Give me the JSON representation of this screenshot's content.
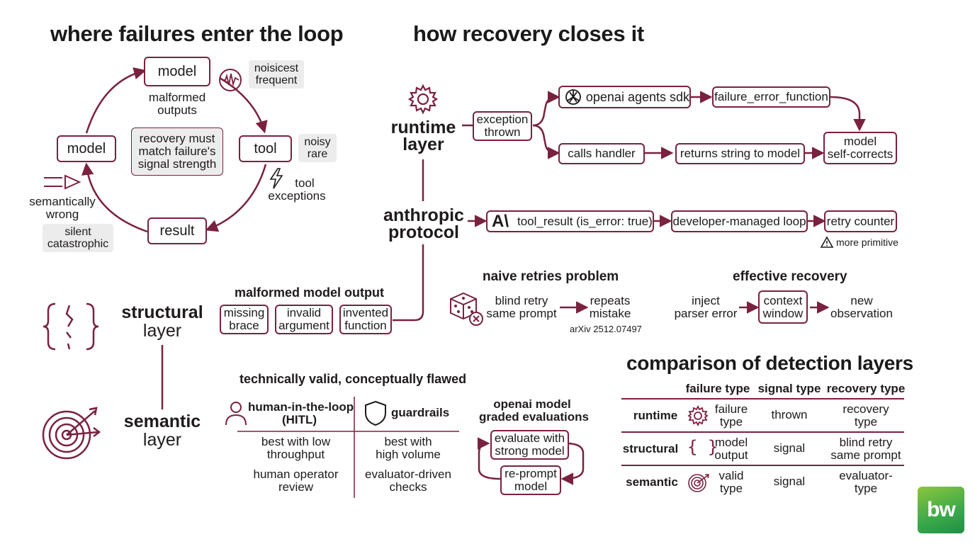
{
  "titles": {
    "left": "where failures enter the loop",
    "right": "how recovery closes it"
  },
  "loop": {
    "model_top": "model",
    "malformed": [
      "malformed",
      "outputs"
    ],
    "noisiest": [
      "noisicest",
      "frequent"
    ],
    "tool": "tool",
    "noisy": [
      "noisy",
      "rare"
    ],
    "tool_exceptions": [
      "tool",
      "exceptions"
    ],
    "result": "result",
    "model_left": "model",
    "semantically": [
      "semantically",
      "wrong"
    ],
    "silent": [
      "silent",
      "catastrophic"
    ],
    "center": [
      "recovery must",
      "match failure's",
      "signal strength"
    ]
  },
  "runtime": {
    "label": [
      "runtime",
      "layer"
    ],
    "exception": [
      "exception",
      "thrown"
    ],
    "openai_sdk": "openai agents sdk",
    "failure_fn": "failure_error_function",
    "calls_handler": "calls handler",
    "returns_string": "returns string to model",
    "self_corrects": [
      "model",
      "self-corrects"
    ]
  },
  "anthropic": {
    "label": [
      "anthropic",
      "protocol"
    ],
    "tool_result": "tool_result (is_error: true)",
    "dev_loop": "developer-managed loop",
    "retry_counter": "retry counter",
    "more_primitive": "more primitive"
  },
  "naive": {
    "title": "naive retries problem",
    "blind": [
      "blind retry",
      "same prompt"
    ],
    "repeats": [
      "repeats",
      "mistake"
    ],
    "citation": "arXiv 2512.07497"
  },
  "effective": {
    "title": "effective recovery",
    "inject": [
      "inject",
      "parser error"
    ],
    "context": [
      "context",
      "window"
    ],
    "new_obs": [
      "new",
      "observation"
    ]
  },
  "structural": {
    "label": [
      "structural",
      "layer"
    ],
    "title": "malformed model output",
    "items": [
      [
        "missing",
        "brace"
      ],
      [
        "invalid",
        "argument"
      ],
      [
        "invented",
        "function"
      ]
    ]
  },
  "semantic": {
    "label": [
      "semantic",
      "layer"
    ],
    "title": "technically valid, conceptually flawed",
    "hitl": [
      "human-in-the-loop",
      "(HITL)"
    ],
    "guardrails": "guardrails",
    "hitl_best": [
      "best with low",
      "throughput"
    ],
    "guard_best": [
      "best with",
      "high volume"
    ],
    "hitl_review": [
      "human operator",
      "review"
    ],
    "guard_checks": [
      "evaluator-driven",
      "checks"
    ],
    "graded_title": [
      "openai model",
      "graded evaluations"
    ],
    "evaluate": [
      "evaluate with",
      "strong model"
    ],
    "reprompt": [
      "re-prompt",
      "model"
    ]
  },
  "table": {
    "title": "comparison of detection layers",
    "headers": [
      "failure type",
      "signal type",
      "recovery type"
    ],
    "rows": [
      {
        "layer": "runtime",
        "failure": [
          "failure",
          "type"
        ],
        "signal": "thrown",
        "recovery": [
          "recovery",
          "type"
        ],
        "icon": "gear-icon"
      },
      {
        "layer": "structural",
        "failure": [
          "model",
          "output"
        ],
        "signal": "signal",
        "recovery": [
          "blind retry",
          "same prompt"
        ],
        "icon": "braces-icon"
      },
      {
        "layer": "semantic",
        "failure": [
          "valid",
          "type"
        ],
        "signal": "signal",
        "recovery": [
          "evaluator-",
          "type"
        ],
        "icon": "target-icon"
      }
    ]
  },
  "logo": "bw",
  "colors": {
    "accent": "#7a2140",
    "grey_bg": "#ececec"
  }
}
